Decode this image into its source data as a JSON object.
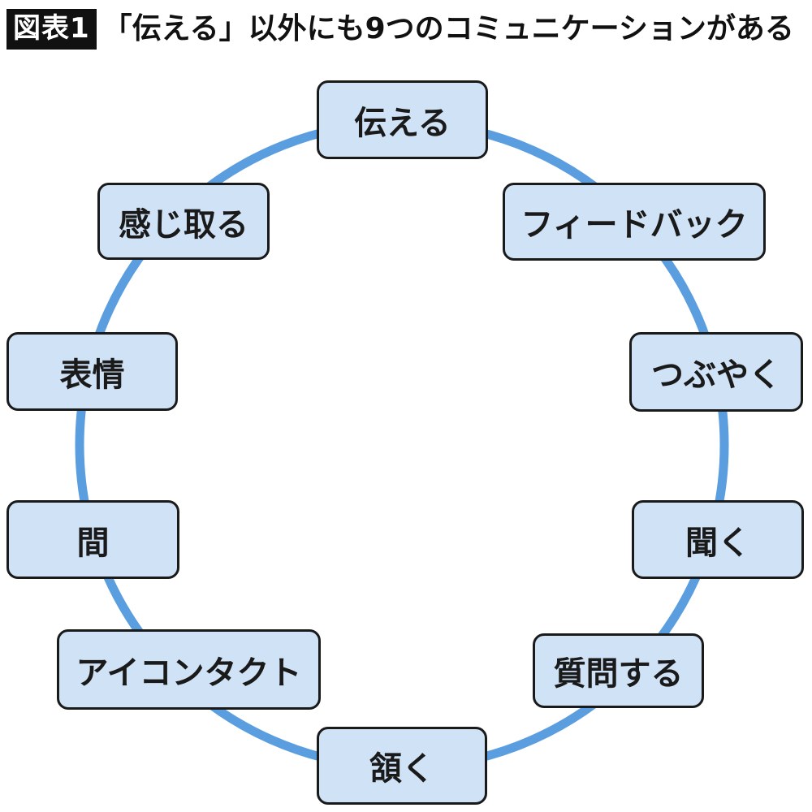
{
  "figure": {
    "badge": "図表1",
    "title": "「伝える」以外にも9つのコミュニケーションがある"
  },
  "diagram": {
    "ring_color": "#5a9ee0",
    "node_fill": "#cfe2f6",
    "node_border": "#1a1a1a",
    "nodes": [
      "伝える",
      "フィードバック",
      "つぶやく",
      "聞く",
      "質問する",
      "頷く",
      "アイコンタクト",
      "間",
      "表情",
      "感じ取る"
    ]
  }
}
